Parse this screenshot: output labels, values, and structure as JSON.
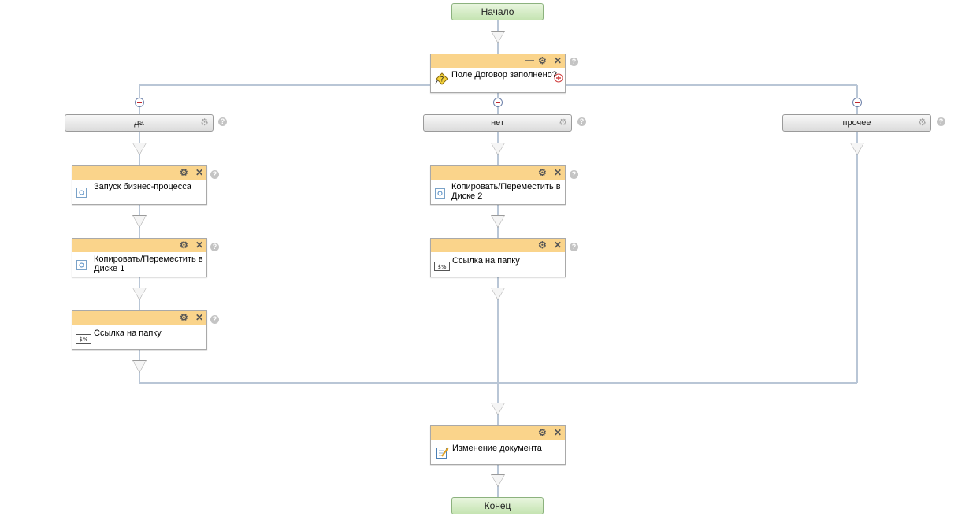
{
  "start_label": "Начало",
  "end_label": "Конец",
  "condition": {
    "title": "Поле Договор заполнено?"
  },
  "branches": {
    "yes": "да",
    "no": "нет",
    "other": "прочее"
  },
  "activities": {
    "yes_1": "Запуск бизнес-процесса",
    "yes_2": "Копировать/Переместить в Диске 1",
    "yes_3": "Ссылка на папку",
    "no_1": "Копировать/Переместить в Диске 2",
    "no_2": "Ссылка на папку",
    "final": "Изменение документа"
  },
  "icons": {
    "controls": [
      "minimize-icon",
      "gear-icon",
      "close-icon",
      "help-icon",
      "add-icon",
      "collapse-icon"
    ],
    "activity_types": [
      "condition-icon",
      "process-icon",
      "variable-icon",
      "edit-document-icon"
    ]
  },
  "colors": {
    "activity_header": "#fad48b",
    "start_end_fill": "#c5e4b2",
    "branch_fill": "#dcdcdc",
    "connector": "#b9c6d6"
  }
}
